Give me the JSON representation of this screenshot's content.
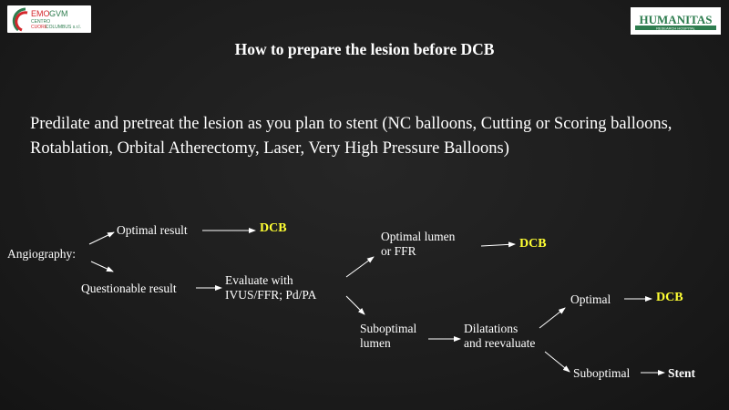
{
  "logos": {
    "left": {
      "line1a": "EMO",
      "line1b": "GVM",
      "line2": "CENTRO",
      "line3a": "CUORE",
      "line3b": "COLUMBUS s.r.l."
    },
    "right": {
      "name": "HUMANITAS",
      "sub": "RESEARCH HOSPITAL"
    }
  },
  "title": "How to prepare the lesion before DCB",
  "paragraph": "Predilate and pretreat the lesion as you plan to stent (NC balloons, Cutting or Scoring balloons, Rotablation, Orbital Atherectomy, Laser, Very High Pressure Balloons)",
  "flow": {
    "angiography": "Angiography:",
    "optimal_result": "Optimal result",
    "dcb1": "DCB",
    "questionable_result": "Questionable result",
    "evaluate_1": "Evaluate with",
    "evaluate_2": "IVUS/FFR;  Pd/PA",
    "optimal_lumen_1": "Optimal lumen",
    "optimal_lumen_2": "or FFR",
    "dcb2": "DCB",
    "suboptimal_lumen_1": "Suboptimal",
    "suboptimal_lumen_2": "lumen",
    "dilatations_1": "Dilatations",
    "dilatations_2": "and reevaluate",
    "optimal": "Optimal",
    "dcb3": "DCB",
    "suboptimal": "Suboptimal",
    "stent": "Stent"
  },
  "colors": {
    "accent": "#ffff33",
    "background": "#1c1c1c",
    "logo_green": "#2e7d4f",
    "logo_red": "#d4262b"
  }
}
